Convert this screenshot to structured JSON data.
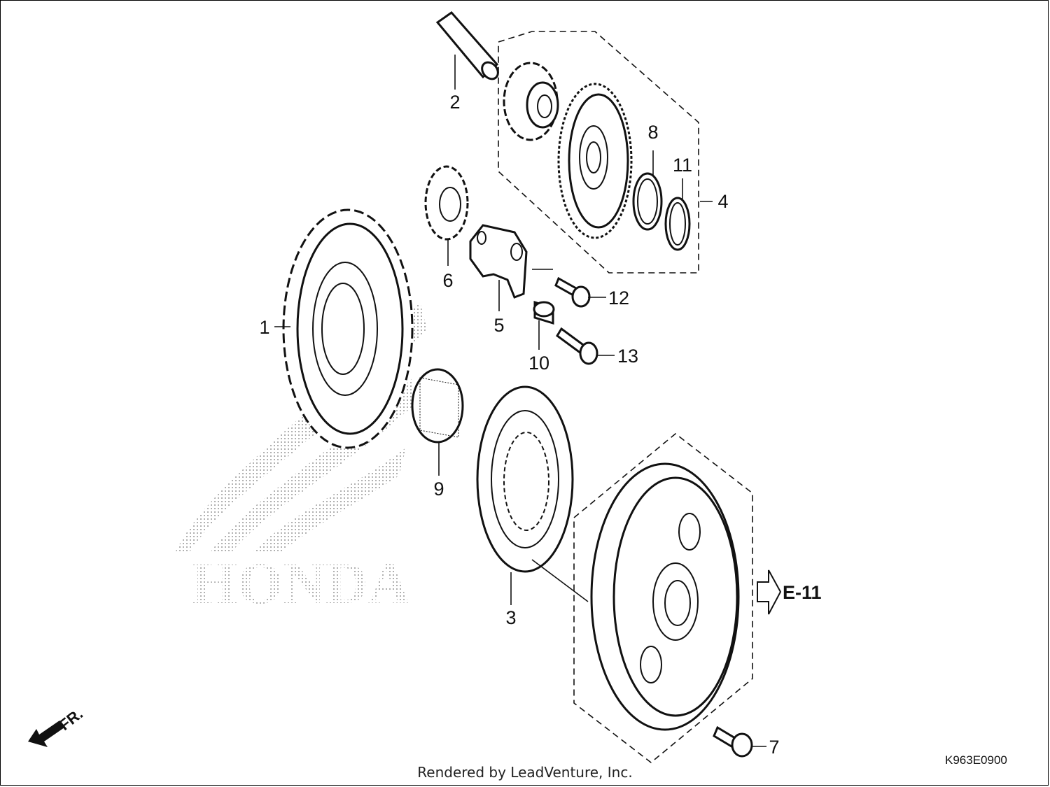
{
  "diagram": {
    "brand_watermark": "HONDA",
    "direction_marker": "FR.",
    "reference": "E-11",
    "drawing_code": "K963E0900",
    "credit": "Rendered by LeadVenture, Inc.",
    "callouts": [
      "1",
      "2",
      "3",
      "4",
      "5",
      "6",
      "7",
      "8",
      "9",
      "10",
      "11",
      "12",
      "13"
    ]
  }
}
